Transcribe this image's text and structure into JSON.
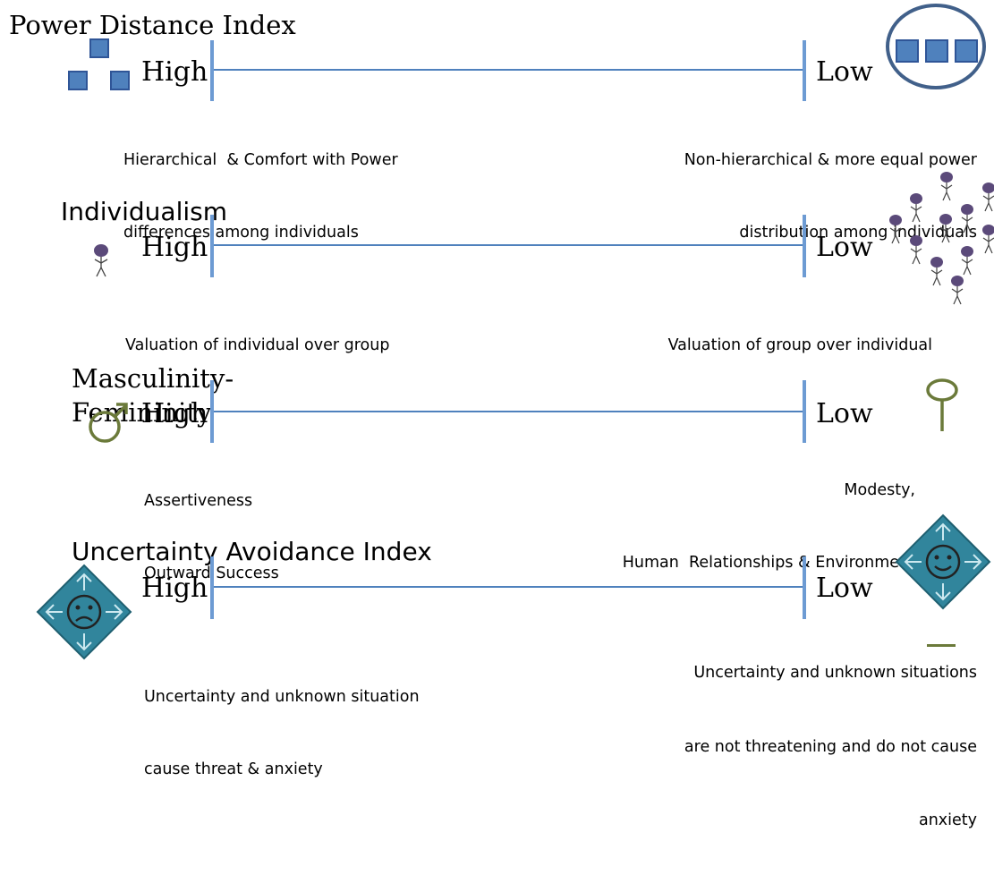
{
  "colors": {
    "line": "#4f81bd",
    "tick": "#6d9bd3",
    "square_fill": "#4f81bd",
    "ellipse": "#41608a",
    "figure": "#5b4a7a",
    "gender": "#6b7a3a",
    "diamond_fill": "#31859c"
  },
  "dimensions": [
    {
      "title": "Power Distance Index",
      "high": "High",
      "low": "Low",
      "high_desc": [
        "Hierarchical  & Comfort with Power",
        "differences among individuals"
      ],
      "low_desc": [
        "Non-hierarchical & more equal power",
        "distribution among individuals"
      ],
      "high_icon": "stacked-squares-icon",
      "low_icon": "squares-in-circle-icon"
    },
    {
      "title": "Individualism",
      "high": "High",
      "low": "Low",
      "high_desc": [
        "Valuation of individual over group"
      ],
      "low_desc": [
        "Valuation of group over individual"
      ],
      "high_icon": "person-icon",
      "low_icon": "crowd-icon"
    },
    {
      "title": "Masculinity-Femininity",
      "high": "High",
      "low": "Low",
      "high_desc": [
        "Assertiveness",
        "Outward Success"
      ],
      "low_desc": [
        "Modesty,",
        "Human  Relationships & Environment"
      ],
      "high_icon": "male-symbol-icon",
      "low_icon": "female-symbol-icon"
    },
    {
      "title": "Uncertainty Avoidance Index",
      "high": "High",
      "low": "Low",
      "high_desc": [
        "Uncertainty and unknown situation",
        "cause threat & anxiety"
      ],
      "low_desc": [
        "Uncertainty and unknown situations",
        "are not threatening and do not cause",
        "anxiety"
      ],
      "high_icon": "sad-face-diamond-icon",
      "low_icon": "smiley-face-diamond-icon"
    }
  ]
}
